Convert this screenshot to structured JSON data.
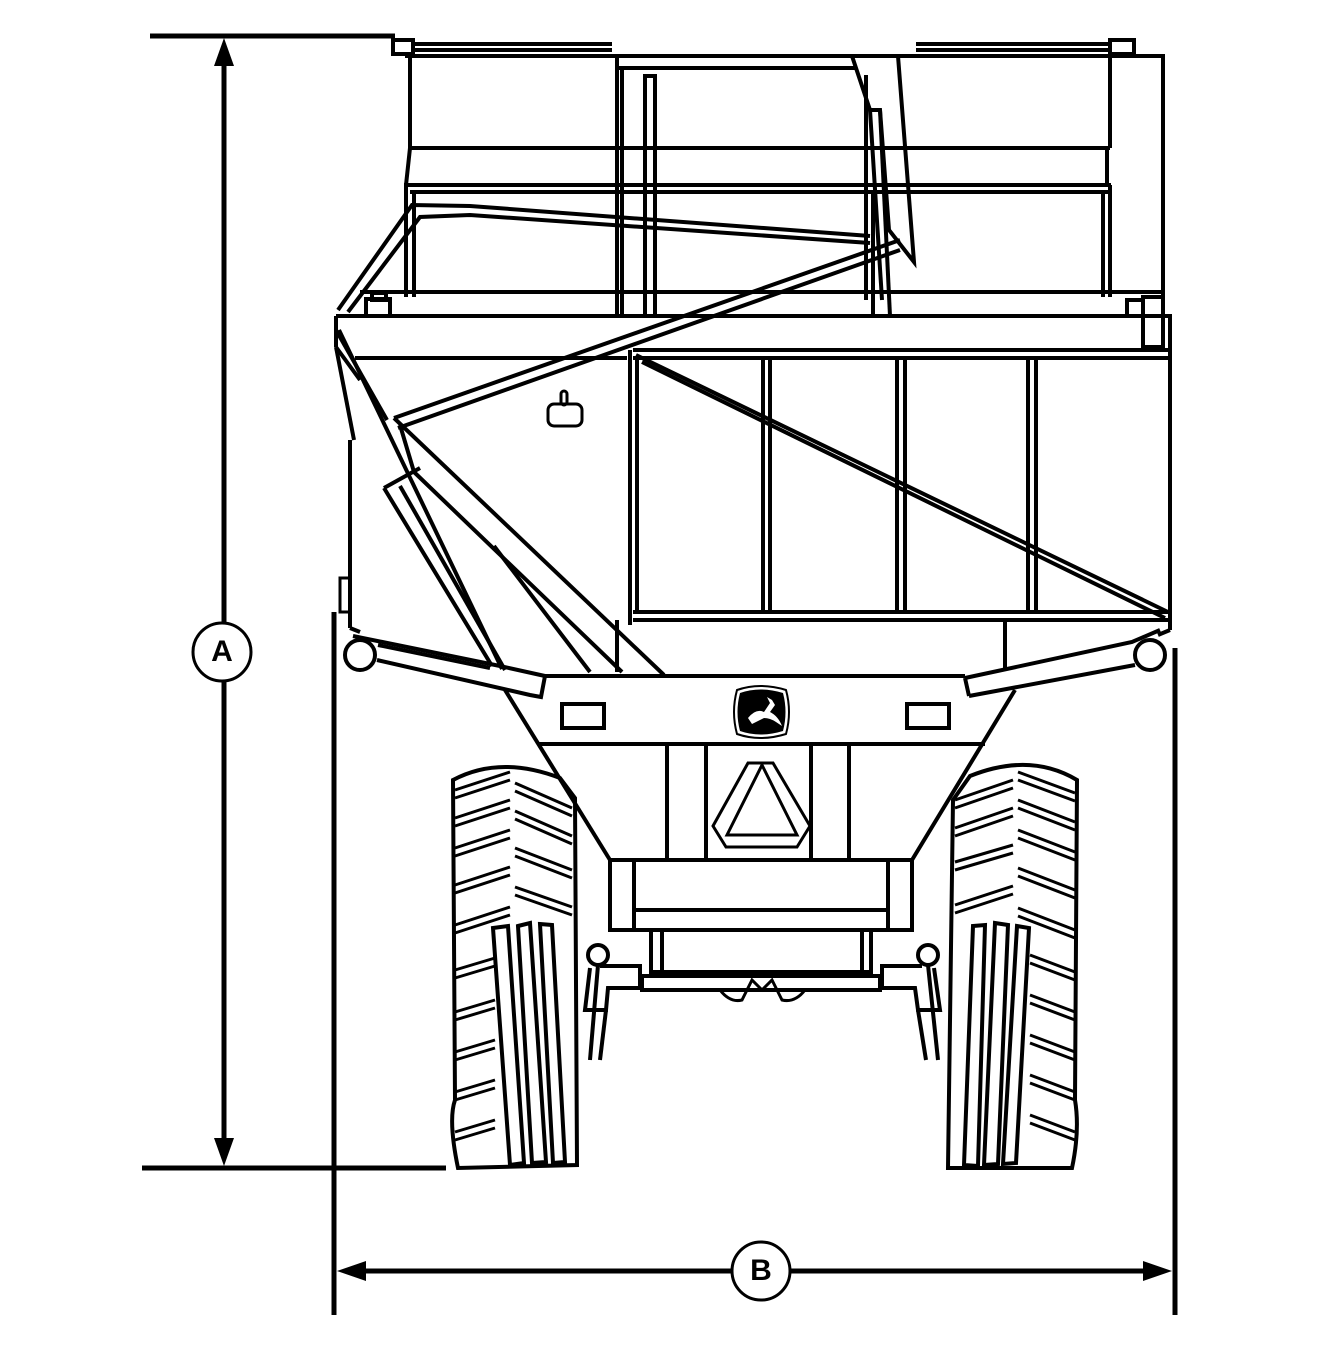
{
  "diagram": {
    "subject": "Cotton module builder / cart front view with overall dimensions",
    "style": "black line drawing on white",
    "colors": {
      "line": "#000000",
      "background": "#ffffff"
    },
    "logo": {
      "name": "leaping-deer-logo"
    },
    "badge": {
      "name": "slow-moving-vehicle-triangle"
    }
  },
  "dimensions": {
    "A": {
      "label": "A",
      "meaning": "overall height",
      "orientation": "vertical"
    },
    "B": {
      "label": "B",
      "meaning": "overall width",
      "orientation": "horizontal"
    }
  }
}
